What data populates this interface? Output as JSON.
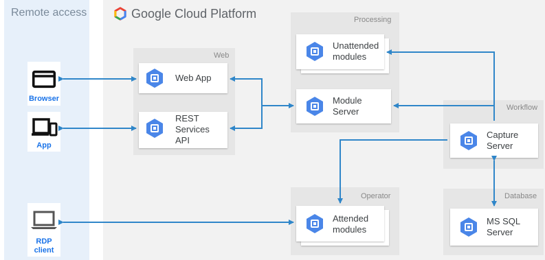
{
  "remote_access": {
    "title": "Remote access",
    "clients": [
      {
        "label": "Browser",
        "icon": "browser-window-icon"
      },
      {
        "label": "App",
        "icon": "mobile-app-icon"
      },
      {
        "label": "RDP\nclient",
        "icon": "laptop-icon"
      }
    ]
  },
  "platform": {
    "title": "Google Cloud Platform",
    "logo": "google-cloud-logo"
  },
  "groups": {
    "web": "Web",
    "processing": "Processing",
    "workflow": "Workflow",
    "operator": "Operator",
    "database": "Database"
  },
  "nodes": {
    "web_app": "Web App",
    "rest_api": "REST\nServices\nAPI",
    "unattended": "Unattended\nmodules",
    "module_server": "Module\nServer",
    "capture_server": "Capture\nServer",
    "attended": "Attended\nmodules",
    "ms_sql": "MS SQL\nServer"
  },
  "colors": {
    "connector": "#2f86c9",
    "compute_icon": "#4a86e8",
    "client_label": "#1a73e8"
  }
}
